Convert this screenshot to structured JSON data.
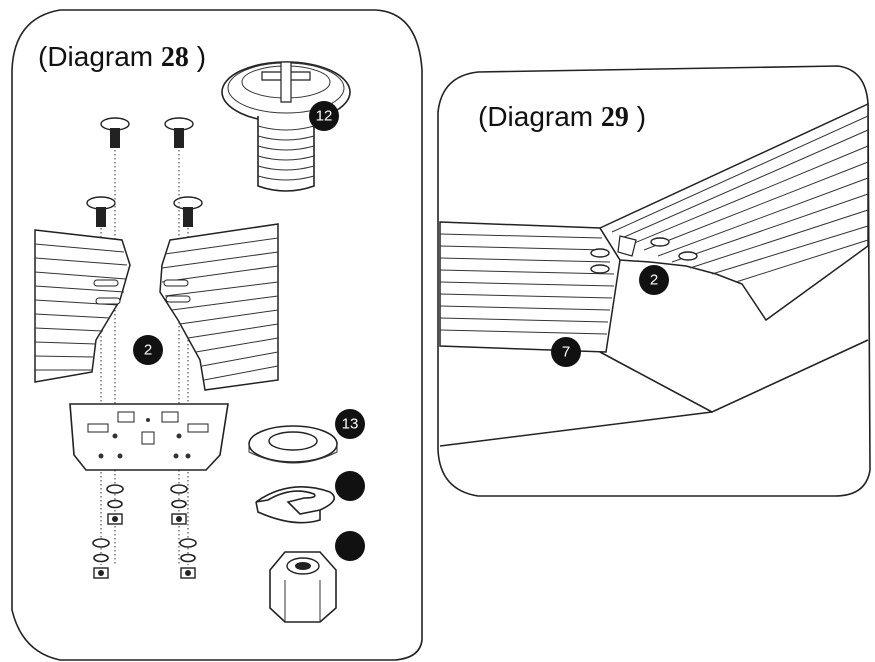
{
  "diagram28": {
    "title_prefix": "(Diagram ",
    "title_number": "28",
    "title_suffix": " )",
    "callouts": {
      "bolt": "12",
      "panel": "2",
      "flat_washer": "13",
      "spring_washer": "",
      "nut": ""
    }
  },
  "diagram29": {
    "title_prefix": "(Diagram ",
    "title_number": "29",
    "title_suffix": " )",
    "callouts": {
      "panel": "2",
      "rail": "7"
    }
  }
}
